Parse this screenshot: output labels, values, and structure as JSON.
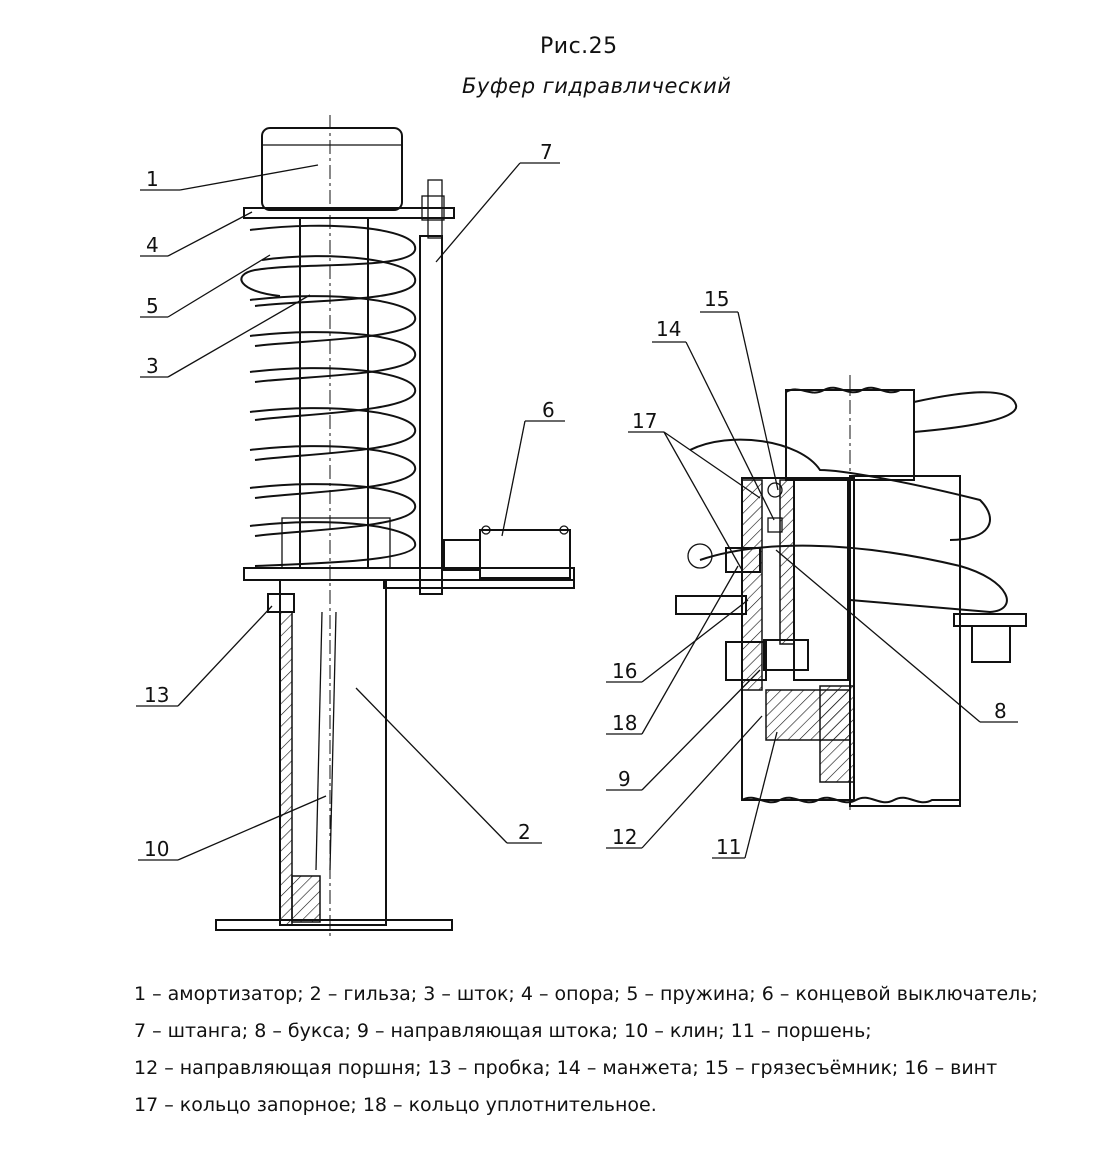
{
  "figure": {
    "title": "Рис.25",
    "subtitle": "Буфер гидравлический"
  },
  "callouts": {
    "left": [
      "1",
      "4",
      "5",
      "3",
      "7",
      "6",
      "13",
      "10",
      "2"
    ],
    "right": [
      "15",
      "14",
      "17",
      "16",
      "18",
      "9",
      "12",
      "11",
      "8"
    ]
  },
  "legend": [
    "1 – амортизатор; 2 – гильза; 3 – шток; 4 – опора; 5 – пружина; 6 – концевой выключатель;",
    "7 – штанга; 8 – букса; 9 – направляющая штока; 10 – клин; 11 – поршень;",
    "12 – направляющая поршня; 13 – пробка; 14 – манжета; 15 – грязесъёмник; 16 – винт",
    "17 – кольцо запорное; 18 – кольцо уплотнительное."
  ]
}
